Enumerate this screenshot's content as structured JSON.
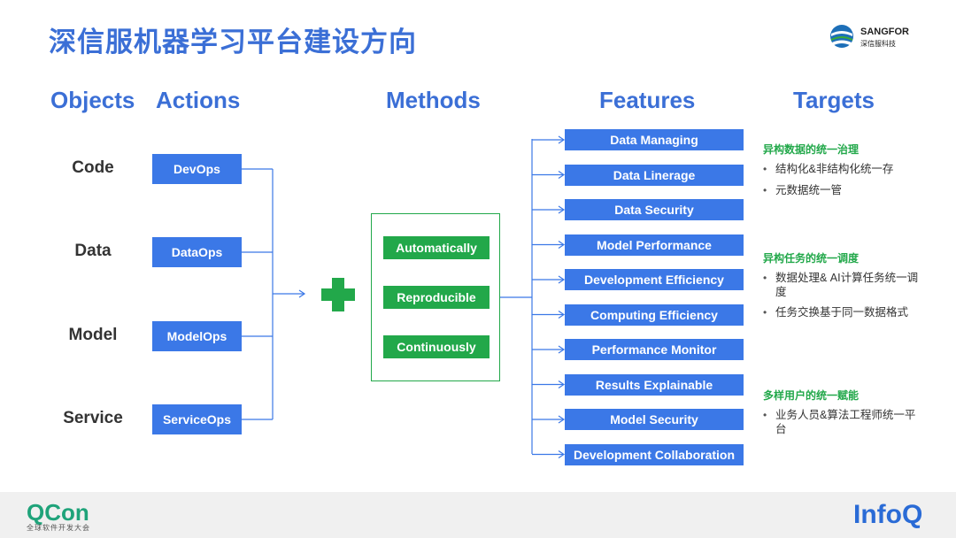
{
  "title": "深信服机器学习平台建设方向",
  "logo": {
    "name": "SANGFOR",
    "sub": "深信服科技"
  },
  "headers": {
    "objects": "Objects",
    "actions": "Actions",
    "methods": "Methods",
    "features": "Features",
    "targets": "Targets"
  },
  "objects": [
    "Code",
    "Data",
    "Model",
    "Service"
  ],
  "actions": [
    "DevOps",
    "DataOps",
    "ModelOps",
    "ServiceOps"
  ],
  "methods": [
    "Automatically",
    "Reproducible",
    "Continuously"
  ],
  "features": [
    "Data Managing",
    "Data Linerage",
    "Data Security",
    "Model Performance",
    "Development Efficiency",
    "Computing Efficiency",
    "Performance Monitor",
    "Results Explainable",
    "Model Security",
    "Development Collaboration"
  ],
  "targets": [
    {
      "heading": "异构数据的统一治理",
      "items": [
        "结构化&非结构化统一存",
        "元数据统一管"
      ]
    },
    {
      "heading": "异构任务的统一调度",
      "items": [
        "数据处理& AI计算任务统一调度",
        "任务交换基于同一数据格式"
      ]
    },
    {
      "heading": "多样用户的统一赋能",
      "items": [
        "业务人员&算法工程师统一平台"
      ]
    }
  ],
  "footer": {
    "qcon": "QCon",
    "qcon_sub": "全球软件开发大会",
    "infoq": "InfoQ"
  },
  "colors": {
    "blue": "#3b78e7",
    "green": "#22a84a",
    "title_blue": "#3b6fd6"
  }
}
